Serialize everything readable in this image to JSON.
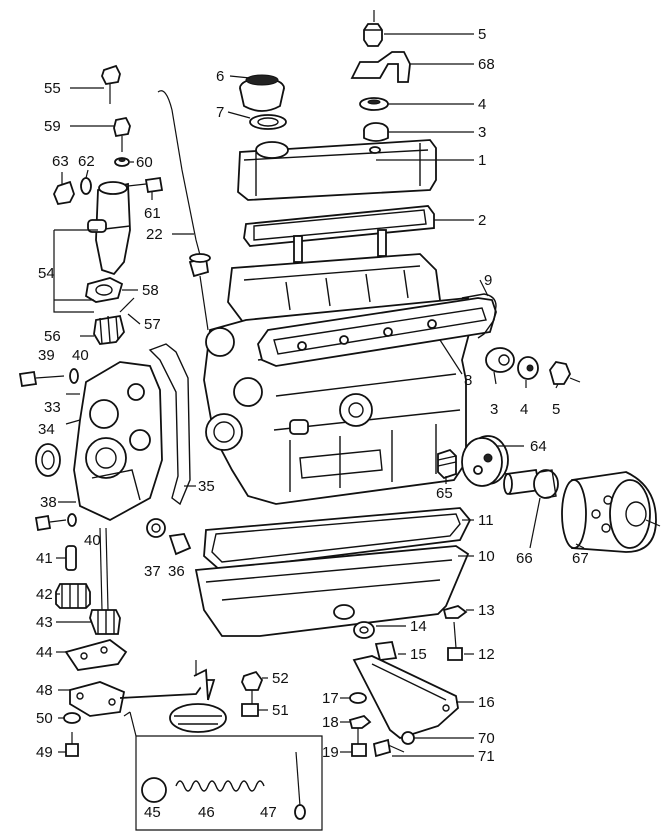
{
  "diagram": {
    "part_numbers": [
      "1",
      "2",
      "3",
      "4",
      "5",
      "6",
      "7",
      "8",
      "9",
      "10",
      "11",
      "12",
      "13",
      "14",
      "15",
      "16",
      "17",
      "18",
      "19",
      "22",
      "33",
      "34",
      "35",
      "36",
      "37",
      "38",
      "39",
      "40",
      "41",
      "42",
      "43",
      "44",
      "45",
      "46",
      "47",
      "48",
      "49",
      "50",
      "51",
      "52",
      "54",
      "55",
      "56",
      "57",
      "58",
      "59",
      "60",
      "61",
      "62",
      "63",
      "64",
      "65",
      "66",
      "67",
      "68",
      "70",
      "71"
    ],
    "labels": [
      {
        "id": "5",
        "text": "5"
      },
      {
        "id": "68",
        "text": "68"
      },
      {
        "id": "4",
        "text": "4"
      },
      {
        "id": "3",
        "text": "3"
      },
      {
        "id": "1",
        "text": "1"
      },
      {
        "id": "6",
        "text": "6"
      },
      {
        "id": "7",
        "text": "7"
      },
      {
        "id": "55",
        "text": "55"
      },
      {
        "id": "59",
        "text": "59"
      },
      {
        "id": "63",
        "text": "63"
      },
      {
        "id": "62",
        "text": "62"
      },
      {
        "id": "60",
        "text": "60"
      },
      {
        "id": "61",
        "text": "61"
      },
      {
        "id": "22",
        "text": "22"
      },
      {
        "id": "2",
        "text": "2"
      },
      {
        "id": "54",
        "text": "54"
      },
      {
        "id": "58",
        "text": "58"
      },
      {
        "id": "57",
        "text": "57"
      },
      {
        "id": "9",
        "text": "9"
      },
      {
        "id": "56",
        "text": "56"
      },
      {
        "id": "39",
        "text": "39"
      },
      {
        "id": "40a",
        "text": "40"
      },
      {
        "id": "8",
        "text": "8"
      },
      {
        "id": "33",
        "text": "33"
      },
      {
        "id": "3b",
        "text": "3"
      },
      {
        "id": "4b",
        "text": "4"
      },
      {
        "id": "5b",
        "text": "5"
      },
      {
        "id": "34",
        "text": "34"
      },
      {
        "id": "64",
        "text": "64"
      },
      {
        "id": "35",
        "text": "35"
      },
      {
        "id": "65",
        "text": "65"
      },
      {
        "id": "38",
        "text": "38"
      },
      {
        "id": "40b",
        "text": "40"
      },
      {
        "id": "11",
        "text": "11"
      },
      {
        "id": "41",
        "text": "41"
      },
      {
        "id": "37",
        "text": "37"
      },
      {
        "id": "36",
        "text": "36"
      },
      {
        "id": "10",
        "text": "10"
      },
      {
        "id": "66",
        "text": "66"
      },
      {
        "id": "67",
        "text": "67"
      },
      {
        "id": "42",
        "text": "42"
      },
      {
        "id": "43",
        "text": "43"
      },
      {
        "id": "13",
        "text": "13"
      },
      {
        "id": "14",
        "text": "14"
      },
      {
        "id": "44",
        "text": "44"
      },
      {
        "id": "15",
        "text": "15"
      },
      {
        "id": "12",
        "text": "12"
      },
      {
        "id": "52",
        "text": "52"
      },
      {
        "id": "48",
        "text": "48"
      },
      {
        "id": "17",
        "text": "17"
      },
      {
        "id": "16",
        "text": "16"
      },
      {
        "id": "51",
        "text": "51"
      },
      {
        "id": "50",
        "text": "50"
      },
      {
        "id": "18",
        "text": "18"
      },
      {
        "id": "70",
        "text": "70"
      },
      {
        "id": "49",
        "text": "49"
      },
      {
        "id": "19",
        "text": "19"
      },
      {
        "id": "71",
        "text": "71"
      },
      {
        "id": "45",
        "text": "45"
      },
      {
        "id": "46",
        "text": "46"
      },
      {
        "id": "47",
        "text": "47"
      }
    ]
  }
}
